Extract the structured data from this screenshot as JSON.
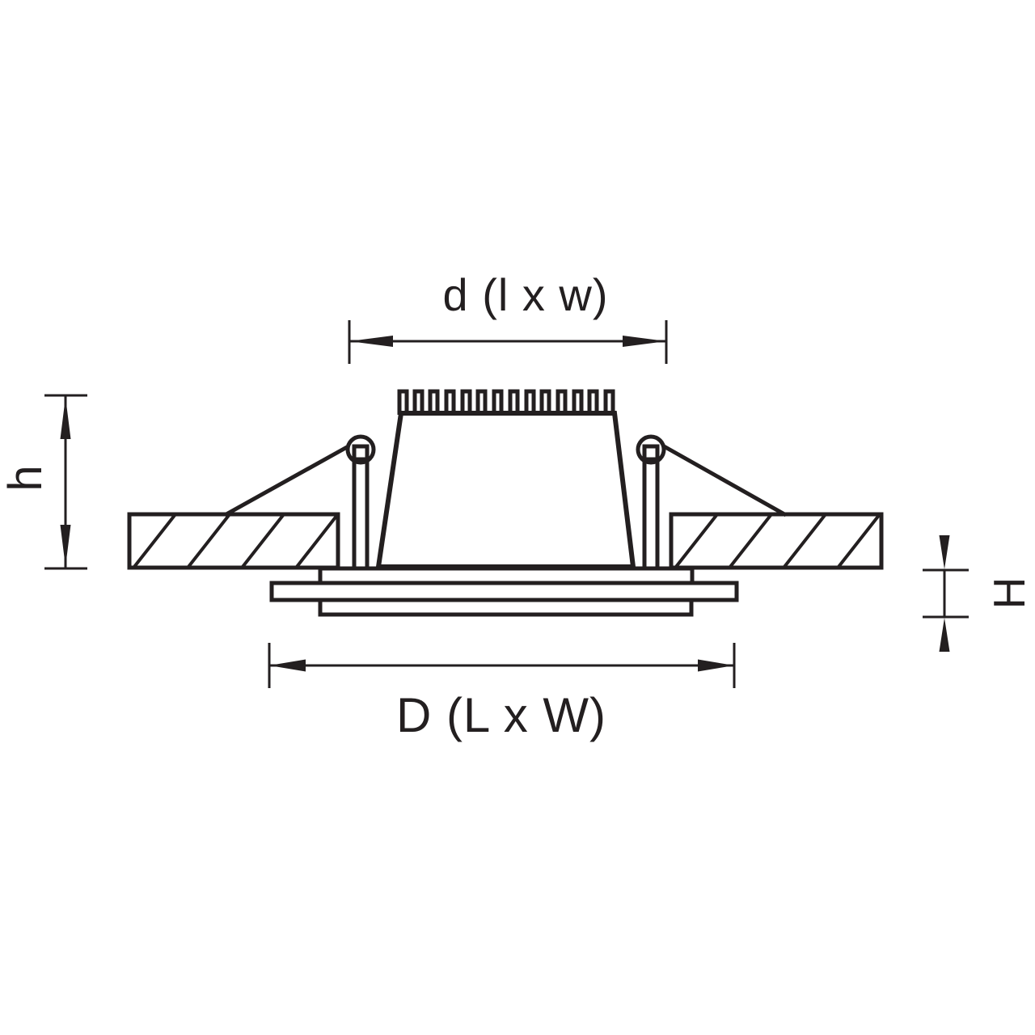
{
  "page": {
    "background": "#ffffff",
    "ink_color": "#231f20"
  },
  "diagram": {
    "dimension_labels": {
      "cutout_top": "d (l x w)",
      "recess_height_left": "h",
      "flange_height_right": "H",
      "overall_bottom": "D (L x W)"
    }
  }
}
